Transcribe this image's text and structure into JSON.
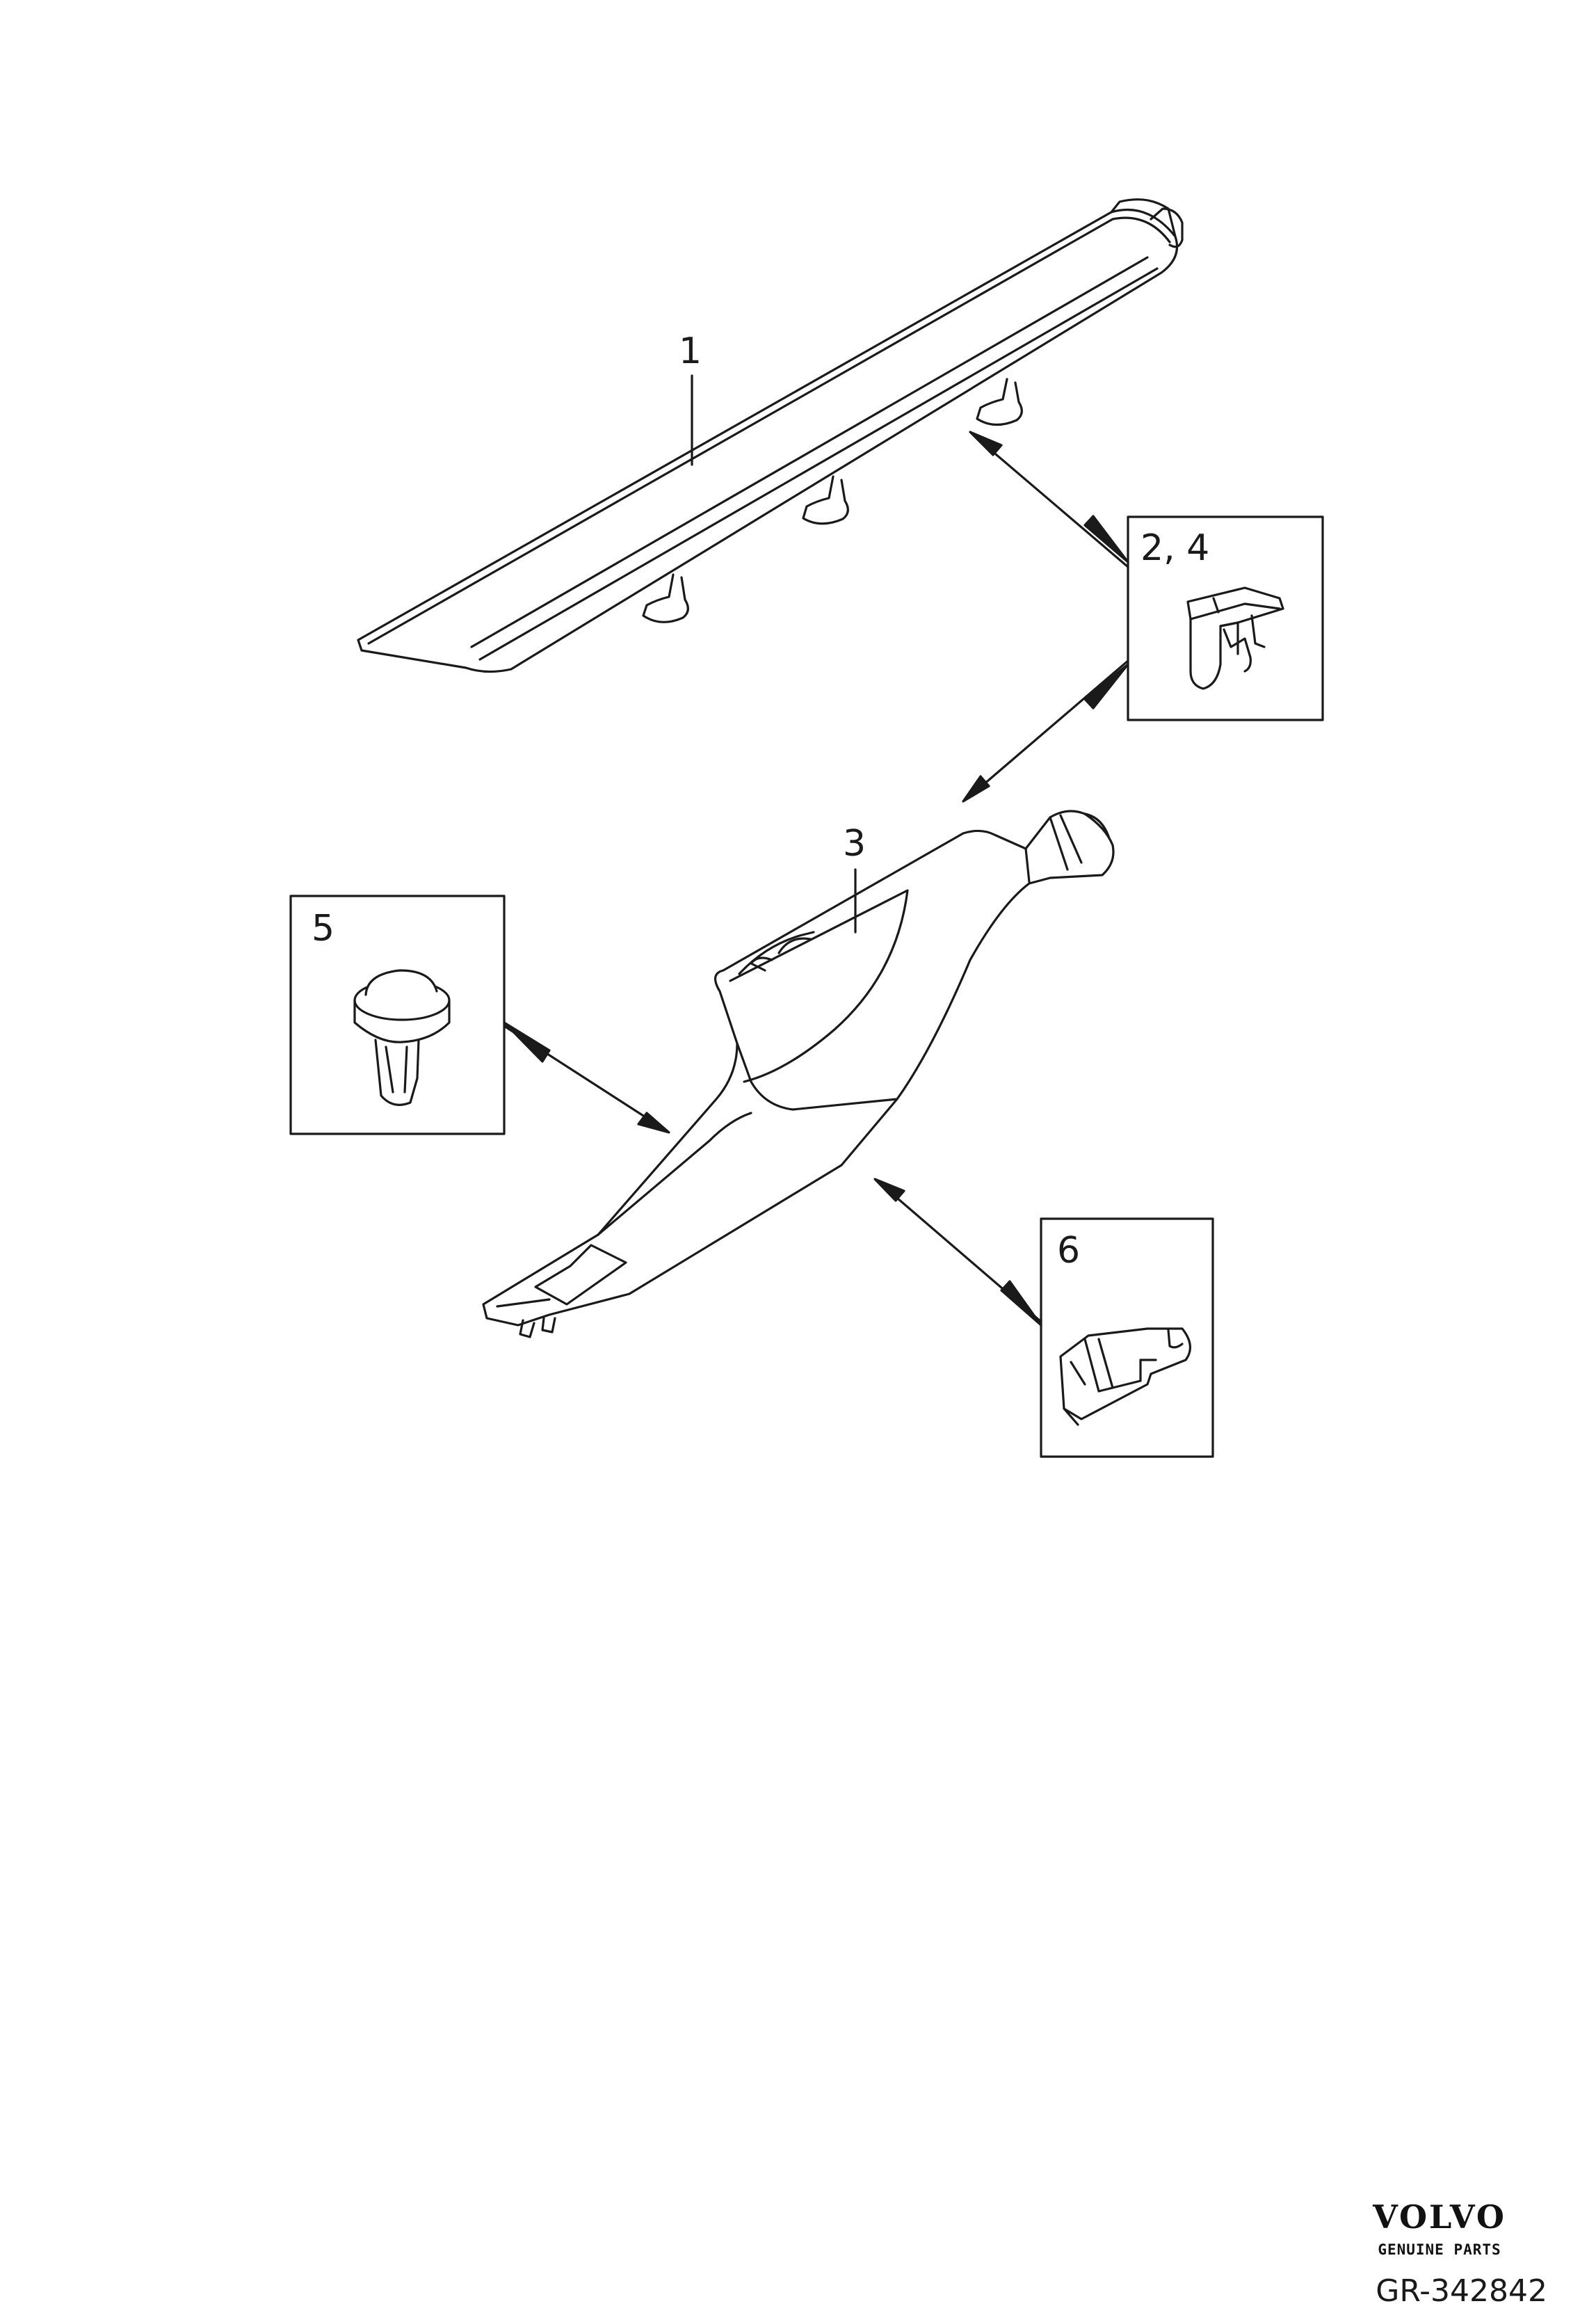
{
  "diagram": {
    "callouts": {
      "part_1": "1",
      "part_2_4": "2, 4",
      "part_3": "3",
      "part_5": "5",
      "part_6": "6"
    }
  },
  "footer": {
    "brand": "VOLVO",
    "brand_sub": "GENUINE PARTS",
    "reference": "GR-342842"
  },
  "colors": {
    "line": "#1a1a1a",
    "background": "#ffffff"
  }
}
